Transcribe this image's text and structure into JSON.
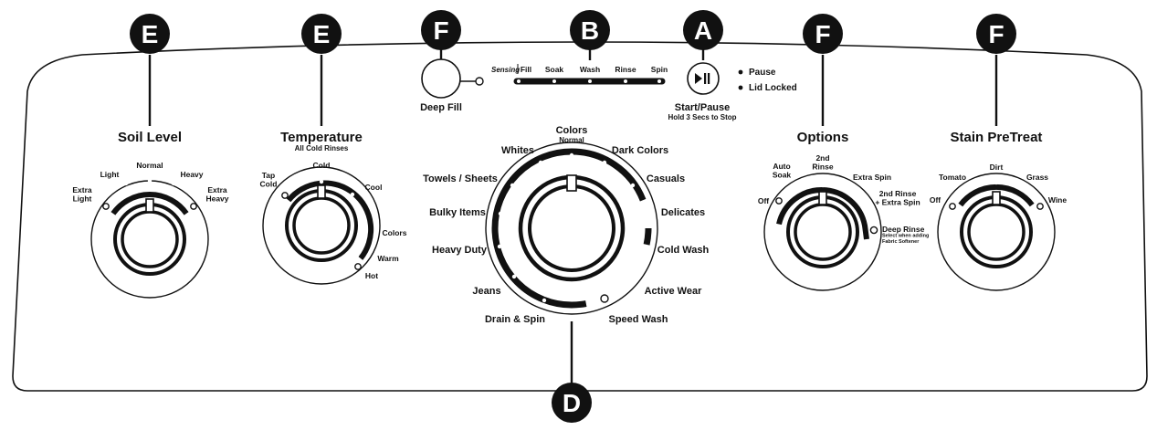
{
  "colors": {
    "ink": "#111111",
    "panel": "#ffffff",
    "callout_fill": "#111111",
    "callout_text": "#ffffff"
  },
  "callouts": [
    {
      "id": "E1",
      "letter": "E"
    },
    {
      "id": "E2",
      "letter": "E"
    },
    {
      "id": "F1",
      "letter": "F"
    },
    {
      "id": "B",
      "letter": "B"
    },
    {
      "id": "A",
      "letter": "A"
    },
    {
      "id": "F2",
      "letter": "F"
    },
    {
      "id": "F3",
      "letter": "F"
    },
    {
      "id": "D",
      "letter": "D"
    }
  ],
  "deep_fill": {
    "label": "Deep Fill"
  },
  "status_bar": {
    "sensing_label": "Sensing",
    "stages": [
      "Fill",
      "Soak",
      "Wash",
      "Rinse",
      "Spin"
    ]
  },
  "start_pause": {
    "icon": "play-pause-icon",
    "label": "Start/Pause",
    "sublabel": "Hold 3 Secs to Stop",
    "indicators": [
      "Pause",
      "Lid Locked"
    ]
  },
  "soil_level": {
    "title": "Soil Level",
    "options": [
      "Extra Light",
      "Light",
      "Normal",
      "Heavy",
      "Extra Heavy"
    ]
  },
  "temperature": {
    "title": "Temperature",
    "subtitle": "All Cold Rinses",
    "options": [
      "Tap Cold",
      "Cold",
      "Cool",
      "Colors",
      "Warm",
      "Hot"
    ]
  },
  "cycle": {
    "top": "Colors",
    "top_sub": "Normal",
    "options": [
      "Whites",
      "Dark Colors",
      "Towels / Sheets",
      "Casuals",
      "Bulky Items",
      "Delicates",
      "Heavy Duty",
      "Cold Wash",
      "Jeans",
      "Active Wear",
      "Drain & Spin",
      "Speed Wash"
    ]
  },
  "options_knob": {
    "title": "Options",
    "options": [
      "Off",
      "Auto Soak",
      "2nd Rinse",
      "Extra Spin",
      "2nd Rinse + Extra Spin",
      "Deep Rinse"
    ],
    "deep_rinse_note": "Select when adding Fabric Softener"
  },
  "stain_pretreat": {
    "title": "Stain PreTreat",
    "options": [
      "Off",
      "Tomato",
      "Dirt",
      "Grass",
      "Wine"
    ]
  }
}
